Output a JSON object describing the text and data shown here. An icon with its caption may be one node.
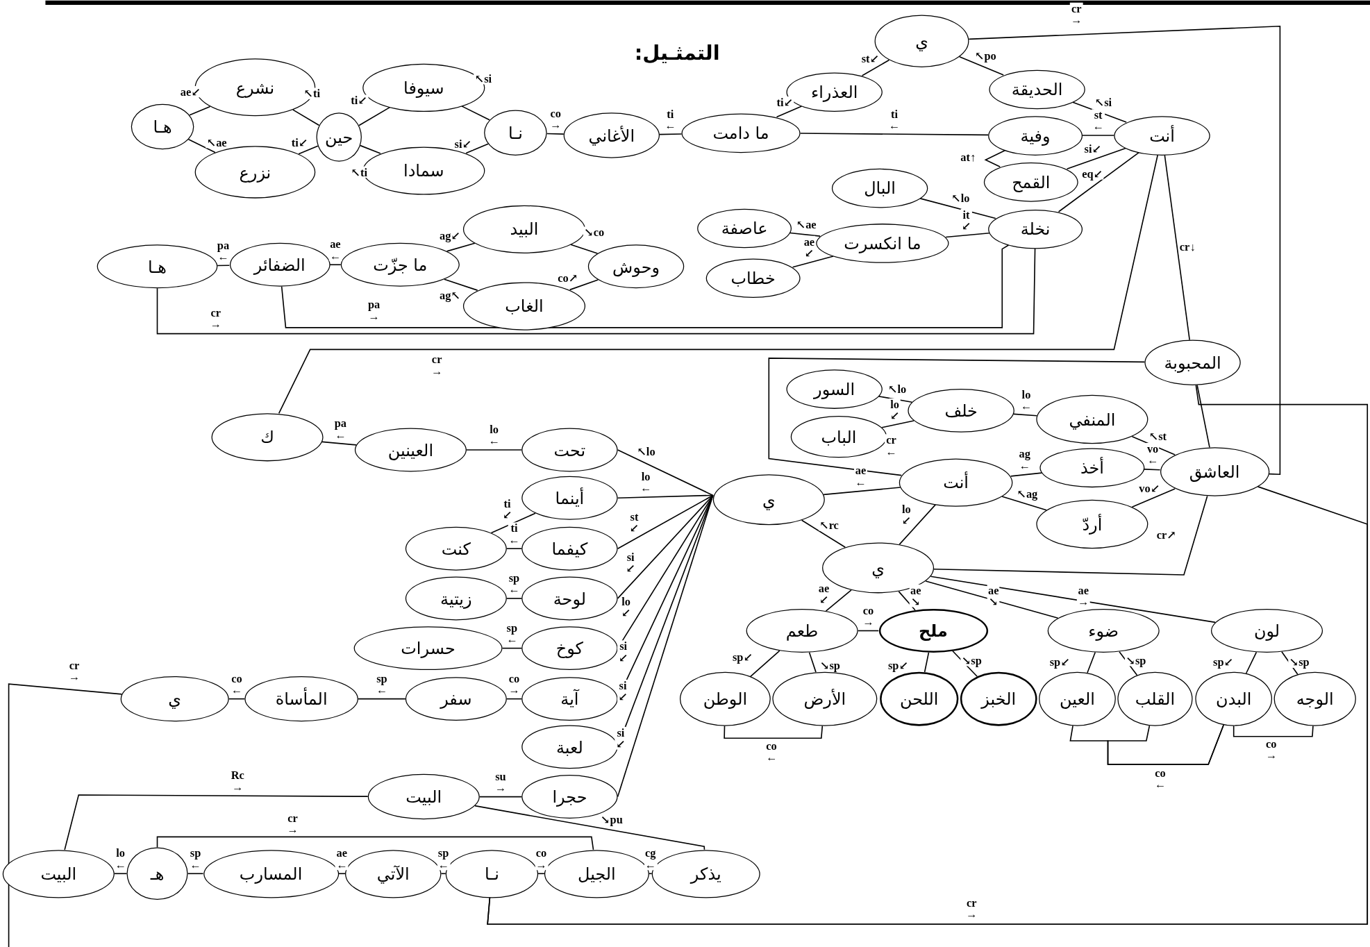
{
  "diagram": {
    "title": "التمثـيل:",
    "nodes": [
      {
        "text": [
          "ي"
        ]
      },
      {
        "text": [
          "العذراء"
        ]
      },
      {
        "text": [
          "الحديقة"
        ]
      },
      {
        "text": [
          "ما دامت"
        ]
      },
      {
        "text": [
          "وفية"
        ]
      },
      {
        "text": [
          "أنت"
        ]
      },
      {
        "text": [
          "القمح"
        ]
      },
      {
        "text": [
          "البال"
        ]
      },
      {
        "text": [
          "نخلة"
        ]
      },
      {
        "text": [
          "عاصفة"
        ]
      },
      {
        "text": [
          "ما انكسرت"
        ]
      },
      {
        "text": [
          "خطاب"
        ]
      },
      {
        "text": [
          "الأغاني"
        ]
      },
      {
        "text": [
          "نـا"
        ]
      },
      {
        "text": [
          "سيوفا"
        ]
      },
      {
        "text": [
          "سمادا"
        ]
      },
      {
        "text": [
          "حين"
        ]
      },
      {
        "text": [
          "نشرع"
        ]
      },
      {
        "text": [
          "نزرع"
        ]
      },
      {
        "text": [
          "هـا"
        ]
      },
      {
        "text": [
          "وحوش"
        ]
      },
      {
        "text": [
          "البيد"
        ]
      },
      {
        "text": [
          "الغاب"
        ]
      },
      {
        "text": [
          "ما جزّت"
        ]
      },
      {
        "text": [
          "الضفائر"
        ]
      },
      {
        "text": [
          "هـا"
        ]
      },
      {
        "text": [
          "المحبوبة"
        ]
      },
      {
        "text": [
          "السور"
        ]
      },
      {
        "text": [
          "الباب"
        ]
      },
      {
        "text": [
          "خلف"
        ]
      },
      {
        "text": [
          "المنفي"
        ]
      },
      {
        "text": [
          "أخذ"
        ]
      },
      {
        "text": [
          "العاشق"
        ]
      },
      {
        "text": [
          "أنت"
        ]
      },
      {
        "text": [
          "أردّ"
        ]
      },
      {
        "text": [
          "ي"
        ]
      },
      {
        "text": [
          "ي"
        ]
      },
      {
        "text": [
          "طعم"
        ]
      },
      {
        "text": [
          "ملح"
        ]
      },
      {
        "text": [
          "ضوء"
        ]
      },
      {
        "text": [
          "لون"
        ]
      },
      {
        "text": [
          "الوطن"
        ]
      },
      {
        "text": [
          "الأرض"
        ]
      },
      {
        "text": [
          "اللحن"
        ]
      },
      {
        "text": [
          "الخبز"
        ]
      },
      {
        "text": [
          "العين"
        ]
      },
      {
        "text": [
          "القلب"
        ]
      },
      {
        "text": [
          "البدن"
        ]
      },
      {
        "text": [
          "الوجه"
        ]
      },
      {
        "text": [
          "ك"
        ]
      },
      {
        "text": [
          "العينين"
        ]
      },
      {
        "text": [
          "تحت"
        ]
      },
      {
        "text": [
          "أينما"
        ]
      },
      {
        "text": [
          "كنت"
        ]
      },
      {
        "text": [
          "كيفما"
        ]
      },
      {
        "text": [
          "زيتية"
        ]
      },
      {
        "text": [
          "لوحة"
        ]
      },
      {
        "text": [
          "حسرات"
        ]
      },
      {
        "text": [
          "كوخ"
        ]
      },
      {
        "text": [
          "ي"
        ]
      },
      {
        "text": [
          "المأساة"
        ]
      },
      {
        "text": [
          "سفر"
        ]
      },
      {
        "text": [
          "آية"
        ]
      },
      {
        "text": [
          "لعبة"
        ]
      },
      {
        "text": [
          "البيت"
        ]
      },
      {
        "text": [
          "حجرا"
        ]
      },
      {
        "text": [
          "البيت"
        ]
      },
      {
        "text": [
          "هـ"
        ]
      },
      {
        "text": [
          "المسارب"
        ]
      },
      {
        "text": [
          "الآتي"
        ]
      },
      {
        "text": [
          "نـا"
        ]
      },
      {
        "text": [
          "الجيل"
        ]
      },
      {
        "text": [
          "يذكر"
        ]
      }
    ],
    "edges": [
      {
        "from": 0,
        "to": 1,
        "arrow": "none",
        "label": "st↙"
      },
      {
        "from": 2,
        "to": 0,
        "arrow": "none",
        "label": "↖po"
      },
      {
        "from": 5,
        "to": 2,
        "arrow": "none",
        "label": "↖si"
      },
      {
        "from": 1,
        "to": 3,
        "arrow": "none",
        "label": "ti↙"
      },
      {
        "from": 4,
        "to": 3,
        "arrow": "none",
        "label": "ti ←"
      },
      {
        "from": 5,
        "to": 4,
        "arrow": "none",
        "label": "st ←"
      },
      {
        "from": 6,
        "to": 4,
        "arrow": "none",
        "label": "at↑"
      },
      {
        "from": 5,
        "to": 6,
        "arrow": "none",
        "label": "si↙"
      },
      {
        "from": 5,
        "to": 8,
        "arrow": "none",
        "label": "eq↙"
      },
      {
        "from": 8,
        "to": 7,
        "arrow": "none",
        "label": "↖lo"
      },
      {
        "from": 8,
        "to": 10,
        "arrow": "none",
        "label": "it ↙"
      },
      {
        "from": 10,
        "to": 9,
        "arrow": "none",
        "label": "↖ae"
      },
      {
        "from": 10,
        "to": 11,
        "arrow": "none",
        "label": "ae ↙"
      },
      {
        "from": 3,
        "to": 12,
        "arrow": "none",
        "label": "ti ←"
      },
      {
        "from": 13,
        "to": 12,
        "arrow": "none",
        "label": "co →"
      },
      {
        "from": 13,
        "to": 14,
        "arrow": "none",
        "label": "↖si"
      },
      {
        "from": 13,
        "to": 15,
        "arrow": "none",
        "label": "si↙"
      },
      {
        "from": 14,
        "to": 16,
        "arrow": "none",
        "label": "ti↙"
      },
      {
        "from": 15,
        "to": 16,
        "arrow": "none",
        "label": "↖ti"
      },
      {
        "from": 16,
        "to": 17,
        "arrow": "none",
        "label": "↖ti"
      },
      {
        "from": 16,
        "to": 18,
        "arrow": "none",
        "label": "ti↙"
      },
      {
        "from": 17,
        "to": 19,
        "arrow": "none",
        "label": "ae↙"
      },
      {
        "from": 18,
        "to": 19,
        "arrow": "none",
        "label": "↖ae"
      },
      {
        "from": 21,
        "to": 20,
        "arrow": "none",
        "label": "↘co"
      },
      {
        "from": 22,
        "to": 20,
        "arrow": "none",
        "label": "co↗"
      },
      {
        "from": 21,
        "to": 23,
        "arrow": "none",
        "label": "ag↙"
      },
      {
        "from": 22,
        "to": 23,
        "arrow": "none",
        "label": "ag↖"
      },
      {
        "from": 23,
        "to": 24,
        "arrow": "none",
        "label": "ae ←"
      },
      {
        "from": 24,
        "to": 25,
        "arrow": "none",
        "label": "pa ←"
      },
      {
        "from": 25,
        "to": 8,
        "arrow": "none",
        "label": "cr →"
      },
      {
        "from": 24,
        "to": 8,
        "arrow": "none",
        "label": "pa →"
      },
      {
        "from": 49,
        "to": 5,
        "arrow": "none",
        "label": "cr →"
      },
      {
        "from": 5,
        "to": 26,
        "arrow": "none",
        "label": "cr↓"
      },
      {
        "from": 0,
        "to": 32,
        "arrow": "none",
        "label": "cr →"
      },
      {
        "from": 26,
        "to": 33,
        "arrow": "none",
        "label": "cr ←"
      },
      {
        "from": 26,
        "to": 32,
        "arrow": "none"
      },
      {
        "from": 70,
        "to": 26,
        "arrow": "none",
        "label": "cr →"
      },
      {
        "from": 32,
        "to": 70,
        "arrow": "none"
      },
      {
        "from": 30,
        "to": 29,
        "arrow": "none",
        "label": "lo ←"
      },
      {
        "from": 29,
        "to": 27,
        "arrow": "none",
        "label": "↖lo"
      },
      {
        "from": 29,
        "to": 28,
        "arrow": "none",
        "label": "lo ↙"
      },
      {
        "from": 32,
        "to": 30,
        "arrow": "none",
        "label": "↖st"
      },
      {
        "from": 32,
        "to": 31,
        "arrow": "none",
        "label": "vo ←"
      },
      {
        "from": 32,
        "to": 34,
        "arrow": "none",
        "label": "vo↙"
      },
      {
        "from": 31,
        "to": 33,
        "arrow": "none",
        "label": "ag ←"
      },
      {
        "from": 34,
        "to": 33,
        "arrow": "none",
        "label": "↖ag"
      },
      {
        "from": 33,
        "to": 35,
        "arrow": "none",
        "label": "ae ←"
      },
      {
        "from": 33,
        "to": 36,
        "arrow": "none",
        "label": "lo ↙"
      },
      {
        "from": 36,
        "to": 35,
        "arrow": "none",
        "label": "↖rc"
      },
      {
        "from": 36,
        "to": 32,
        "arrow": "none",
        "label": "cr↗"
      },
      {
        "from": 36,
        "to": 37,
        "arrow": "none",
        "label": "ae ↙"
      },
      {
        "from": 36,
        "to": 38,
        "arrow": "none",
        "label": "ae ↘"
      },
      {
        "from": 36,
        "to": 39,
        "arrow": "none",
        "label": "ae ↘"
      },
      {
        "from": 36,
        "to": 40,
        "arrow": "none",
        "label": "ae →"
      },
      {
        "from": 37,
        "to": 38,
        "arrow": "none",
        "label": "co →"
      },
      {
        "from": 37,
        "to": 41,
        "arrow": "none",
        "label": "sp↙"
      },
      {
        "from": 37,
        "to": 42,
        "arrow": "none",
        "label": "↘sp"
      },
      {
        "from": 38,
        "to": 43,
        "arrow": "none",
        "label": "sp↙"
      },
      {
        "from": 38,
        "to": 44,
        "arrow": "none",
        "label": "↘sp"
      },
      {
        "from": 39,
        "to": 45,
        "arrow": "none",
        "label": "sp↙"
      },
      {
        "from": 39,
        "to": 46,
        "arrow": "none",
        "label": "↘sp"
      },
      {
        "from": 40,
        "to": 47,
        "arrow": "none",
        "label": "sp↙"
      },
      {
        "from": 40,
        "to": 48,
        "arrow": "none",
        "label": "↘sp"
      },
      {
        "from": 42,
        "to": 41,
        "arrow": "none",
        "label": "co ←"
      },
      {
        "from": 47,
        "to": 48,
        "arrow": "none",
        "label": "co →"
      },
      {
        "from": 47,
        "to": 45,
        "arrow": "none",
        "label": "co ←"
      },
      {
        "from": 47,
        "to": 46,
        "arrow": "none"
      },
      {
        "from": 35,
        "to": 51,
        "arrow": "none",
        "label": "↖lo"
      },
      {
        "from": 35,
        "to": 52,
        "arrow": "none",
        "label": "lo ←"
      },
      {
        "from": 35,
        "to": 54,
        "arrow": "none",
        "label": "st ↙"
      },
      {
        "from": 35,
        "to": 56,
        "arrow": "none",
        "label": "si ↙"
      },
      {
        "from": 35,
        "to": 58,
        "arrow": "none",
        "label": "lo ↙"
      },
      {
        "from": 35,
        "to": 62,
        "arrow": "none",
        "label": "si ↙"
      },
      {
        "from": 35,
        "to": 63,
        "arrow": "none",
        "label": "si ↙"
      },
      {
        "from": 35,
        "to": 65,
        "arrow": "none",
        "label": "si ↙"
      },
      {
        "from": 51,
        "to": 50,
        "arrow": "none",
        "label": "lo ←"
      },
      {
        "from": 50,
        "to": 49,
        "arrow": "none",
        "label": "pa ←"
      },
      {
        "from": 52,
        "to": 53,
        "arrow": "none",
        "label": "ti ↙"
      },
      {
        "from": 54,
        "to": 53,
        "arrow": "none",
        "label": "ti ←"
      },
      {
        "from": 56,
        "to": 55,
        "arrow": "none",
        "label": "sp ←"
      },
      {
        "from": 58,
        "to": 57,
        "arrow": "none",
        "label": "sp ←"
      },
      {
        "from": 61,
        "to": 62,
        "arrow": "none",
        "label": "co →"
      },
      {
        "from": 61,
        "to": 60,
        "arrow": "none",
        "label": "sp ←"
      },
      {
        "from": 60,
        "to": 59,
        "arrow": "none",
        "label": "co ←"
      },
      {
        "from": null,
        "to": 59,
        "arrow": "none",
        "label": "cr →"
      },
      {
        "from": 64,
        "to": 65,
        "arrow": "none",
        "label": "su →"
      },
      {
        "from": 66,
        "to": 64,
        "arrow": "none",
        "label": "Rc →"
      },
      {
        "from": 64,
        "to": 72,
        "arrow": "none",
        "label": "↘pu"
      },
      {
        "from": 72,
        "to": 71,
        "arrow": "none",
        "label": "cg ←"
      },
      {
        "from": 70,
        "to": 71,
        "arrow": "none",
        "label": "co →"
      },
      {
        "from": 70,
        "to": 69,
        "arrow": "none",
        "label": "sp ←"
      },
      {
        "from": 69,
        "to": 68,
        "arrow": "none",
        "label": "ae ←"
      },
      {
        "from": 68,
        "to": 67,
        "arrow": "none",
        "label": "sp ←"
      },
      {
        "from": 67,
        "to": 66,
        "arrow": "none",
        "label": "lo ←"
      },
      {
        "from": 67,
        "to": 71,
        "arrow": "none",
        "label": "cr →"
      }
    ]
  }
}
